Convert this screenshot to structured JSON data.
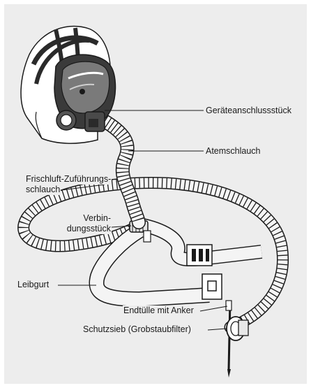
{
  "labels": {
    "geraete": "Geräteanschlussstück",
    "atem": "Atemschlauch",
    "frisch_1": "Frischluft-Zuführungs-",
    "frisch_2": "schlauch",
    "verb_1": "Verbin-",
    "verb_2": "dungsstück",
    "leibgurt": "Leibgurt",
    "endtuelle": "Endtülle mit Anker",
    "schutzsieb": "Schutzsieb (Grobstaubfilter)"
  },
  "colors": {
    "background": "#ededed",
    "outline": "#1a1a1a",
    "hose_fill": "#f6f6f6",
    "mask_dark": "#3a3a3a",
    "strap_fill": "#d9d9d9"
  },
  "icons": {
    "mask": "full-face-respirator-mask",
    "head": "mannequin-head",
    "anchor": "ground-anchor-spike"
  }
}
